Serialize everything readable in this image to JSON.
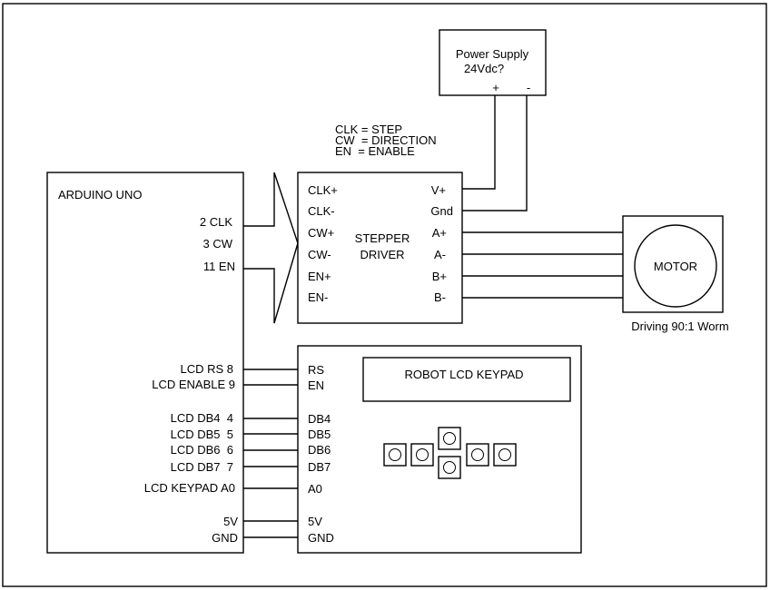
{
  "diagram": {
    "power_supply": {
      "title": "Power Supply",
      "voltage": "24Vdc?",
      "plus": "+",
      "minus": "-"
    },
    "legend": {
      "line1": "CLK = STEP",
      "line2": "CW  = DIRECTION",
      "line3": "EN  = ENABLE"
    },
    "arduino": {
      "title": "ARDUINO UNO",
      "pins": {
        "clk": "2 CLK",
        "cw": "3 CW",
        "en": "11 EN",
        "lcd_rs": "LCD RS 8",
        "lcd_enable": "LCD ENABLE 9",
        "lcd_db4": "LCD DB4  4",
        "lcd_db5": "LCD DB5  5",
        "lcd_db6": "LCD DB6  6",
        "lcd_db7": "LCD DB7  7",
        "lcd_keypad": "LCD KEYPAD A0",
        "v5": "5V",
        "gnd": "GND"
      }
    },
    "stepper": {
      "title_line1": "STEPPER",
      "title_line2": "DRIVER",
      "left": {
        "clk_p": "CLK+",
        "clk_m": "CLK-",
        "cw_p": "CW+",
        "cw_m": "CW-",
        "en_p": "EN+",
        "en_m": "EN-"
      },
      "right": {
        "vplus": "V+",
        "gnd": "Gnd",
        "a_p": "A+",
        "a_m": "A-",
        "b_p": "B+",
        "b_m": "B-"
      }
    },
    "motor": {
      "label": "MOTOR",
      "caption": "Driving 90:1 Worm"
    },
    "lcd": {
      "title": "ROBOT LCD KEYPAD",
      "pins": {
        "rs": "RS",
        "en": "EN",
        "db4": "DB4",
        "db5": "DB5",
        "db6": "DB6",
        "db7": "DB7",
        "a0": "A0",
        "v5": "5V",
        "gnd": "GND"
      }
    }
  }
}
